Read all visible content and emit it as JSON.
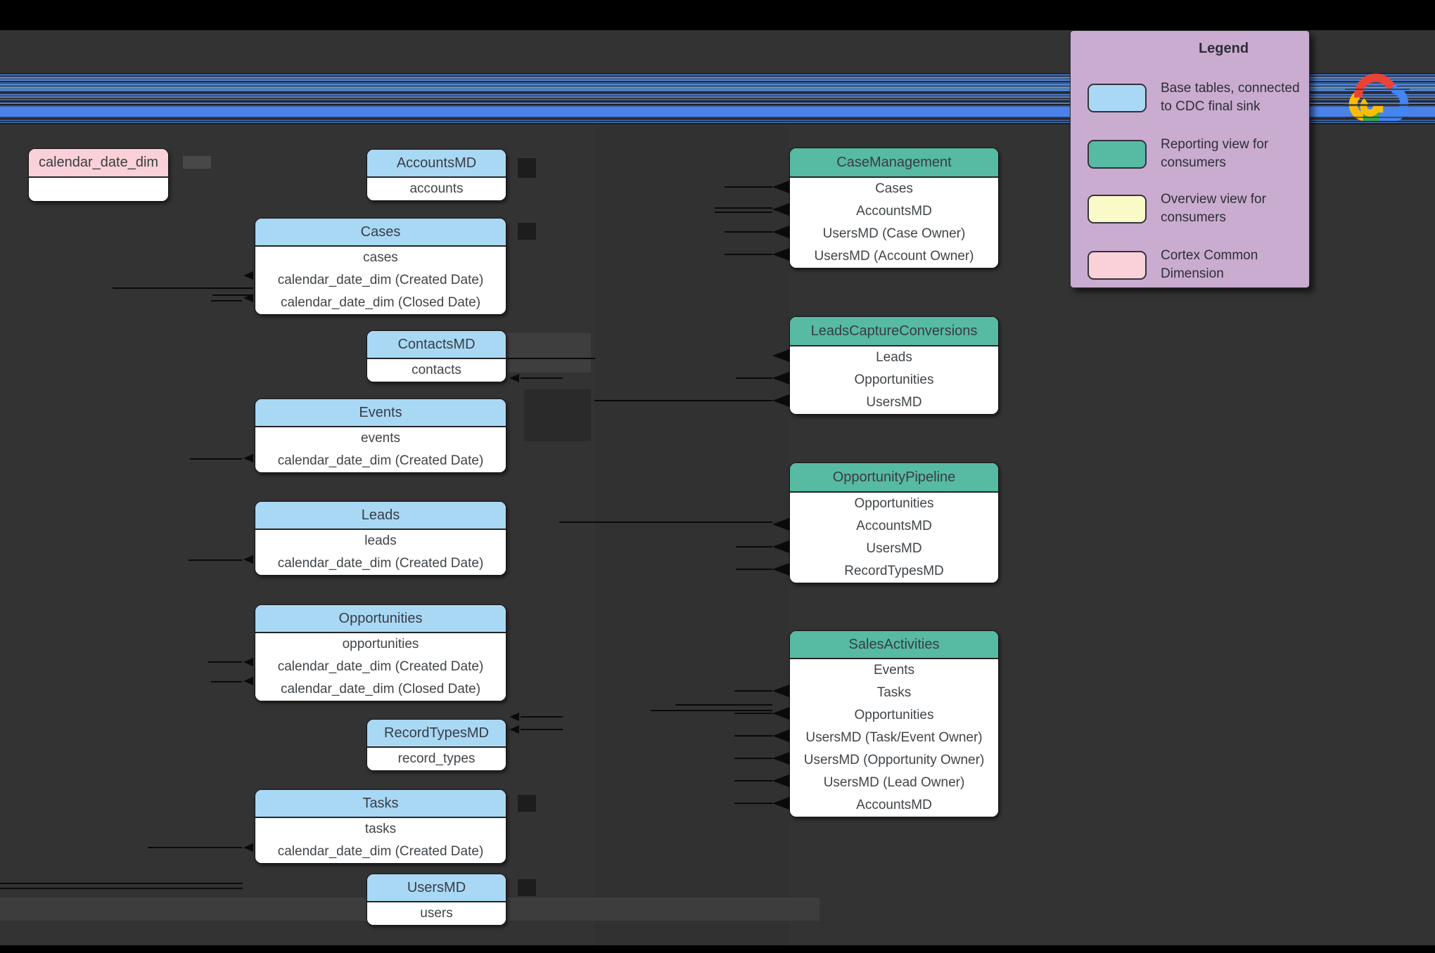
{
  "canvas": {
    "background": "#333333",
    "glitch_band_core_blue": "#4b82ea"
  },
  "legend": {
    "title": "Legend",
    "panel_color": "#c9acd0",
    "items": [
      {
        "type": "base",
        "color": "#a9d8f5",
        "label": "Base tables, connected to CDC final sink"
      },
      {
        "type": "reporting",
        "color": "#57baa3",
        "label": "Reporting view for consumers"
      },
      {
        "type": "overview",
        "color": "#fafac8",
        "label": "Overview view for consumers"
      },
      {
        "type": "dimension",
        "color": "#fad1d8",
        "label": "Cortex Common Dimension"
      }
    ]
  },
  "logo": {
    "name": "google-cloud-logo",
    "colors": {
      "red": "#ea4335",
      "blue": "#4285f4",
      "yellow": "#fbbc04",
      "green": "#34a853"
    }
  },
  "entities": [
    {
      "title": "calendar_date_dim",
      "type": "dimension",
      "rows": [
        ""
      ]
    },
    {
      "title": "AccountsMD",
      "type": "base",
      "rows": [
        "accounts"
      ]
    },
    {
      "title": "Cases",
      "type": "base",
      "rows": [
        "cases",
        "calendar_date_dim (Created Date)",
        "calendar_date_dim (Closed Date)"
      ]
    },
    {
      "title": "ContactsMD",
      "type": "base",
      "rows": [
        "contacts"
      ]
    },
    {
      "title": "Events",
      "type": "base",
      "rows": [
        "events",
        "calendar_date_dim (Created Date)"
      ]
    },
    {
      "title": "Leads",
      "type": "base",
      "rows": [
        "leads",
        "calendar_date_dim (Created Date)"
      ]
    },
    {
      "title": "Opportunities",
      "type": "base",
      "rows": [
        "opportunities",
        "calendar_date_dim (Created Date)",
        "calendar_date_dim (Closed Date)"
      ]
    },
    {
      "title": "RecordTypesMD",
      "type": "base",
      "rows": [
        "record_types"
      ]
    },
    {
      "title": "Tasks",
      "type": "base",
      "rows": [
        "tasks",
        "calendar_date_dim (Created Date)"
      ]
    },
    {
      "title": "UsersMD",
      "type": "base",
      "rows": [
        "users"
      ]
    },
    {
      "title": "CaseManagement",
      "type": "reporting",
      "rows": [
        "Cases",
        "AccountsMD",
        "UsersMD (Case Owner)",
        "UsersMD (Account Owner)"
      ]
    },
    {
      "title": "LeadsCaptureConversions",
      "type": "reporting",
      "rows": [
        "Leads",
        "Opportunities",
        "UsersMD"
      ]
    },
    {
      "title": "OpportunityPipeline",
      "type": "reporting",
      "rows": [
        "Opportunities",
        "AccountsMD",
        "UsersMD",
        "RecordTypesMD"
      ]
    },
    {
      "title": "SalesActivities",
      "type": "reporting",
      "rows": [
        "Events",
        "Tasks",
        "Opportunities",
        "UsersMD (Task/Event Owner)",
        "UsersMD (Opportunity Owner)",
        "UsersMD (Lead Owner)",
        "AccountsMD"
      ]
    }
  ]
}
